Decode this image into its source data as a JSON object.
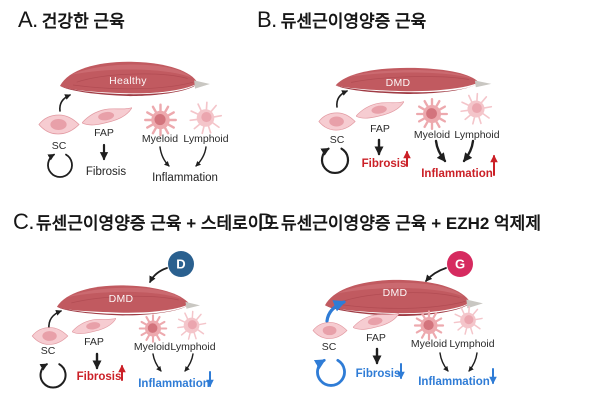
{
  "colors": {
    "black": "#1f1f1f",
    "red": "#cb2027",
    "blue": "#2f7cd6",
    "badgeD": "#2a608f",
    "badgeG": "#d62a5f",
    "muscleMain": "#c15a60",
    "muscleDark": "#a03c45",
    "muscleLight": "#d4797d",
    "tendon": "#c9c7c2",
    "cellLight": "#f6ccd1",
    "cellEdge": "#e29aa2",
    "nucleusLight": "#e8a0a9",
    "myeloidBody": "#eda9ae",
    "myeloidNuc": "#d3747d",
    "lymphoidBody": "#f4c5ca",
    "lymphoidNuc": "#eba6af",
    "label": "#2b2b2b"
  },
  "panels": [
    {
      "letter": "A.",
      "title": "건강한 근육",
      "muscle_label": "Healthy",
      "sc": "SC",
      "fap": "FAP",
      "myeloid": "Myeloid",
      "lymphoid": "Lymphoid",
      "badge": null,
      "fibrosis": {
        "label": "Fibrosis",
        "trend": "none",
        "color": "#1f1f1f"
      },
      "inflammation": {
        "label": "Inflammation",
        "trend": "none",
        "color": "#1f1f1f"
      }
    },
    {
      "letter": "B.",
      "title": "듀센근이영양증 근육",
      "muscle_label": "DMD",
      "sc": "SC",
      "fap": "FAP",
      "myeloid": "Myeloid",
      "lymphoid": "Lymphoid",
      "badge": null,
      "fibrosis": {
        "label": "Fibrosis",
        "trend": "up",
        "color": "#cb2027"
      },
      "inflammation": {
        "label": "Inflammation",
        "trend": "up",
        "color": "#cb2027"
      }
    },
    {
      "letter": "C.",
      "title": "듀센근이영양증 근육 + 스테로이드",
      "muscle_label": "DMD",
      "sc": "SC",
      "fap": "FAP",
      "myeloid": "Myeloid",
      "lymphoid": "Lymphoid",
      "badge": {
        "letter": "D",
        "color": "#2a608f"
      },
      "fibrosis": {
        "label": "Fibrosis",
        "trend": "up",
        "color": "#cb2027"
      },
      "inflammation": {
        "label": "Inflammation",
        "trend": "down",
        "color": "#2f7cd6"
      }
    },
    {
      "letter": "D.",
      "title": "듀센근이영양증 근육 + EZH2 억제제",
      "muscle_label": "DMD",
      "sc": "SC",
      "fap": "FAP",
      "myeloid": "Myeloid",
      "lymphoid": "Lymphoid",
      "badge": {
        "letter": "G",
        "color": "#d62a5f"
      },
      "fibrosis": {
        "label": "Fibrosis",
        "trend": "down",
        "color": "#2f7cd6"
      },
      "inflammation": {
        "label": "Inflammation",
        "trend": "down",
        "color": "#2f7cd6"
      }
    }
  ]
}
